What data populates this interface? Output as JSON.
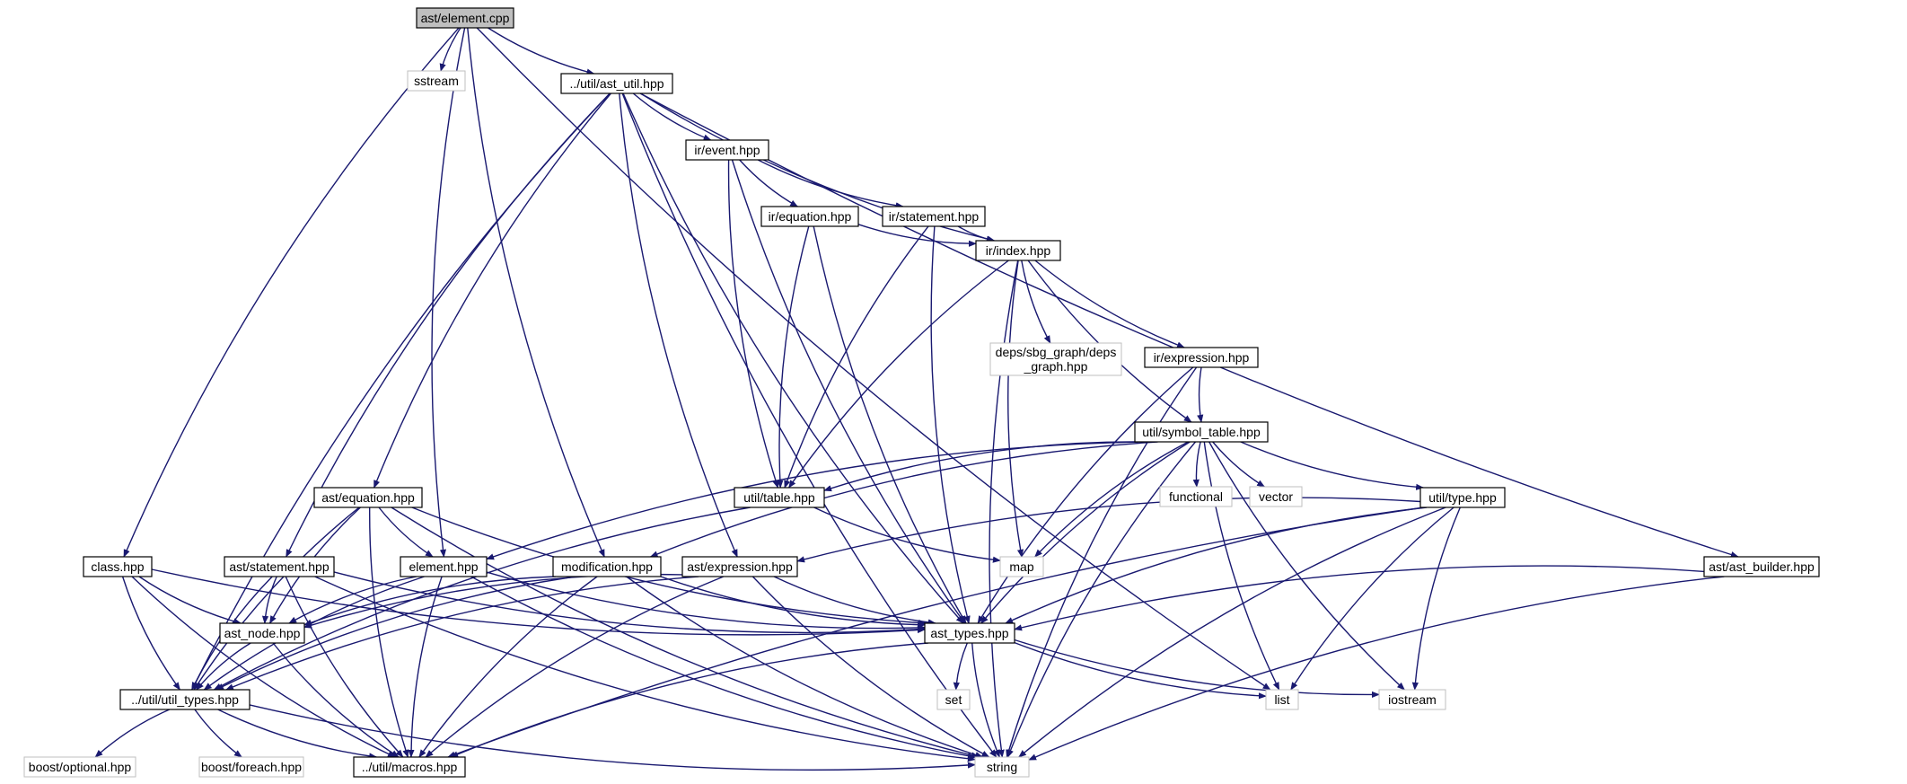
{
  "graph": {
    "type": "include-dependency-graph",
    "root": "ast/element.cpp",
    "nodes": [
      {
        "id": "element_cpp",
        "label": "ast/element.cpp",
        "kind": "root"
      },
      {
        "id": "sstream",
        "label": "sstream",
        "kind": "external"
      },
      {
        "id": "ast_util",
        "label": "../util/ast_util.hpp",
        "kind": "file"
      },
      {
        "id": "ir_event",
        "label": "ir/event.hpp",
        "kind": "file"
      },
      {
        "id": "ir_equation",
        "label": "ir/equation.hpp",
        "kind": "file"
      },
      {
        "id": "ir_statement",
        "label": "ir/statement.hpp",
        "kind": "file"
      },
      {
        "id": "ir_index",
        "label": "ir/index.hpp",
        "kind": "file"
      },
      {
        "id": "deps_graph",
        "label": "deps/sbg_graph/deps\n_graph.hpp",
        "kind": "external"
      },
      {
        "id": "ir_expression",
        "label": "ir/expression.hpp",
        "kind": "file"
      },
      {
        "id": "symbol_table",
        "label": "util/symbol_table.hpp",
        "kind": "file"
      },
      {
        "id": "functional",
        "label": "functional",
        "kind": "external"
      },
      {
        "id": "vector",
        "label": "vector",
        "kind": "external"
      },
      {
        "id": "util_type",
        "label": "util/type.hpp",
        "kind": "file"
      },
      {
        "id": "util_table",
        "label": "util/table.hpp",
        "kind": "file"
      },
      {
        "id": "ast_equation",
        "label": "ast/equation.hpp",
        "kind": "file"
      },
      {
        "id": "class_hpp",
        "label": "class.hpp",
        "kind": "file"
      },
      {
        "id": "ast_statement",
        "label": "ast/statement.hpp",
        "kind": "file"
      },
      {
        "id": "element_hpp",
        "label": "element.hpp",
        "kind": "file"
      },
      {
        "id": "modification",
        "label": "modification.hpp",
        "kind": "file"
      },
      {
        "id": "ast_expression",
        "label": "ast/expression.hpp",
        "kind": "file"
      },
      {
        "id": "map",
        "label": "map",
        "kind": "external"
      },
      {
        "id": "ast_builder",
        "label": "ast/ast_builder.hpp",
        "kind": "file"
      },
      {
        "id": "ast_node",
        "label": "ast_node.hpp",
        "kind": "file"
      },
      {
        "id": "ast_types",
        "label": "ast_types.hpp",
        "kind": "file"
      },
      {
        "id": "util_types",
        "label": "../util/util_types.hpp",
        "kind": "file"
      },
      {
        "id": "set",
        "label": "set",
        "kind": "external"
      },
      {
        "id": "list",
        "label": "list",
        "kind": "external"
      },
      {
        "id": "iostream",
        "label": "iostream",
        "kind": "external"
      },
      {
        "id": "boost_optional",
        "label": "boost/optional.hpp",
        "kind": "external"
      },
      {
        "id": "boost_foreach",
        "label": "boost/foreach.hpp",
        "kind": "external"
      },
      {
        "id": "macros",
        "label": "../util/macros.hpp",
        "kind": "file"
      },
      {
        "id": "string",
        "label": "string",
        "kind": "external"
      }
    ],
    "edges": [
      [
        "element_cpp",
        "sstream"
      ],
      [
        "element_cpp",
        "ast_util"
      ],
      [
        "element_cpp",
        "class_hpp"
      ],
      [
        "element_cpp",
        "element_hpp"
      ],
      [
        "element_cpp",
        "modification"
      ],
      [
        "element_cpp",
        "list"
      ],
      [
        "ast_util",
        "ir_event"
      ],
      [
        "ast_util",
        "ir_index"
      ],
      [
        "ast_util",
        "ast_equation"
      ],
      [
        "ast_util",
        "ast_statement"
      ],
      [
        "ast_util",
        "ast_expression"
      ],
      [
        "ast_util",
        "ast_types"
      ],
      [
        "ast_util",
        "util_types"
      ],
      [
        "ast_util",
        "ast_builder"
      ],
      [
        "ast_util",
        "string"
      ],
      [
        "ir_event",
        "ir_equation"
      ],
      [
        "ir_event",
        "ir_statement"
      ],
      [
        "ir_event",
        "util_table"
      ],
      [
        "ir_event",
        "ast_types"
      ],
      [
        "ir_equation",
        "ir_index"
      ],
      [
        "ir_equation",
        "util_table"
      ],
      [
        "ir_equation",
        "ast_types"
      ],
      [
        "ir_statement",
        "ir_index"
      ],
      [
        "ir_statement",
        "util_table"
      ],
      [
        "ir_statement",
        "ast_types"
      ],
      [
        "ir_index",
        "deps_graph"
      ],
      [
        "ir_index",
        "ir_expression"
      ],
      [
        "ir_index",
        "symbol_table"
      ],
      [
        "ir_index",
        "util_table"
      ],
      [
        "ir_index",
        "map"
      ],
      [
        "ir_index",
        "string"
      ],
      [
        "ir_expression",
        "symbol_table"
      ],
      [
        "ir_expression",
        "ast_types"
      ],
      [
        "ir_expression",
        "string"
      ],
      [
        "symbol_table",
        "functional"
      ],
      [
        "symbol_table",
        "vector"
      ],
      [
        "symbol_table",
        "util_type"
      ],
      [
        "symbol_table",
        "util_table"
      ],
      [
        "symbol_table",
        "map"
      ],
      [
        "symbol_table",
        "list"
      ],
      [
        "symbol_table",
        "iostream"
      ],
      [
        "symbol_table",
        "string"
      ],
      [
        "symbol_table",
        "ast_types"
      ],
      [
        "symbol_table",
        "element_hpp"
      ],
      [
        "symbol_table",
        "modification"
      ],
      [
        "util_type",
        "ast_expression"
      ],
      [
        "util_type",
        "ast_types"
      ],
      [
        "util_type",
        "list"
      ],
      [
        "util_type",
        "iostream"
      ],
      [
        "util_type",
        "string"
      ],
      [
        "util_type",
        "macros"
      ],
      [
        "util_table",
        "map"
      ],
      [
        "util_table",
        "util_types"
      ],
      [
        "ast_equation",
        "element_hpp"
      ],
      [
        "ast_equation",
        "ast_node"
      ],
      [
        "ast_equation",
        "ast_types"
      ],
      [
        "ast_equation",
        "util_types"
      ],
      [
        "ast_equation",
        "macros"
      ],
      [
        "ast_equation",
        "string"
      ],
      [
        "class_hpp",
        "ast_node"
      ],
      [
        "class_hpp",
        "util_types"
      ],
      [
        "class_hpp",
        "ast_types"
      ],
      [
        "class_hpp",
        "macros"
      ],
      [
        "ast_statement",
        "ast_node"
      ],
      [
        "ast_statement",
        "ast_types"
      ],
      [
        "ast_statement",
        "util_types"
      ],
      [
        "ast_statement",
        "macros"
      ],
      [
        "ast_statement",
        "string"
      ],
      [
        "element_hpp",
        "ast_node"
      ],
      [
        "element_hpp",
        "ast_types"
      ],
      [
        "element_hpp",
        "util_types"
      ],
      [
        "element_hpp",
        "macros"
      ],
      [
        "element_hpp",
        "string"
      ],
      [
        "modification",
        "ast_node"
      ],
      [
        "modification",
        "ast_types"
      ],
      [
        "modification",
        "util_types"
      ],
      [
        "modification",
        "macros"
      ],
      [
        "modification",
        "string"
      ],
      [
        "ast_expression",
        "ast_node"
      ],
      [
        "ast_expression",
        "ast_types"
      ],
      [
        "ast_expression",
        "util_types"
      ],
      [
        "ast_expression",
        "macros"
      ],
      [
        "ast_expression",
        "string"
      ],
      [
        "ast_builder",
        "ast_types"
      ],
      [
        "ast_builder",
        "string"
      ],
      [
        "ast_node",
        "util_types"
      ],
      [
        "ast_node",
        "macros"
      ],
      [
        "ast_types",
        "set"
      ],
      [
        "ast_types",
        "list"
      ],
      [
        "ast_types",
        "iostream"
      ],
      [
        "ast_types",
        "string"
      ],
      [
        "ast_types",
        "macros"
      ],
      [
        "util_types",
        "boost_optional"
      ],
      [
        "util_types",
        "boost_foreach"
      ],
      [
        "util_types",
        "macros"
      ],
      [
        "util_types",
        "string"
      ]
    ]
  },
  "colors": {
    "edge": "#191970",
    "root_fill": "#bfbfbf",
    "external_border": "#bfbfbf",
    "node_border": "#000000"
  }
}
